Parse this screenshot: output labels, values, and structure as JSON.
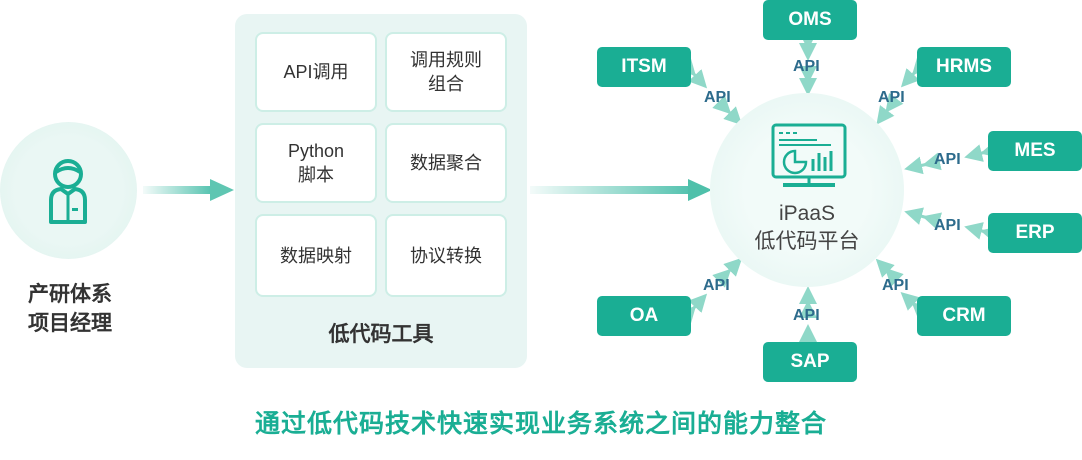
{
  "role": {
    "line1": "产研体系",
    "line2": "项目经理",
    "icon": "person-icon"
  },
  "tools_panel": {
    "title": "低代码工具",
    "tiles": [
      {
        "line1": "API调用",
        "line2": ""
      },
      {
        "line1": "调用规则",
        "line2": "组合"
      },
      {
        "line1": "Python",
        "line2": "脚本"
      },
      {
        "line1": "数据聚合",
        "line2": ""
      },
      {
        "line1": "数据映射",
        "line2": ""
      },
      {
        "line1": "协议转换",
        "line2": ""
      }
    ]
  },
  "hub": {
    "line1": "iPaaS",
    "line2": "低代码平台",
    "icon": "monitor-chart-icon"
  },
  "systems": [
    "OMS",
    "ITSM",
    "HRMS",
    "MES",
    "ERP",
    "CRM",
    "SAP",
    "OA"
  ],
  "api_label": "API",
  "footer": "通过低代码技术快速实现业务系统之间的能力整合",
  "colors": {
    "accent": "#1aae94",
    "api_text": "#2d6b8c",
    "panel_bg": "#e8f5f3"
  }
}
